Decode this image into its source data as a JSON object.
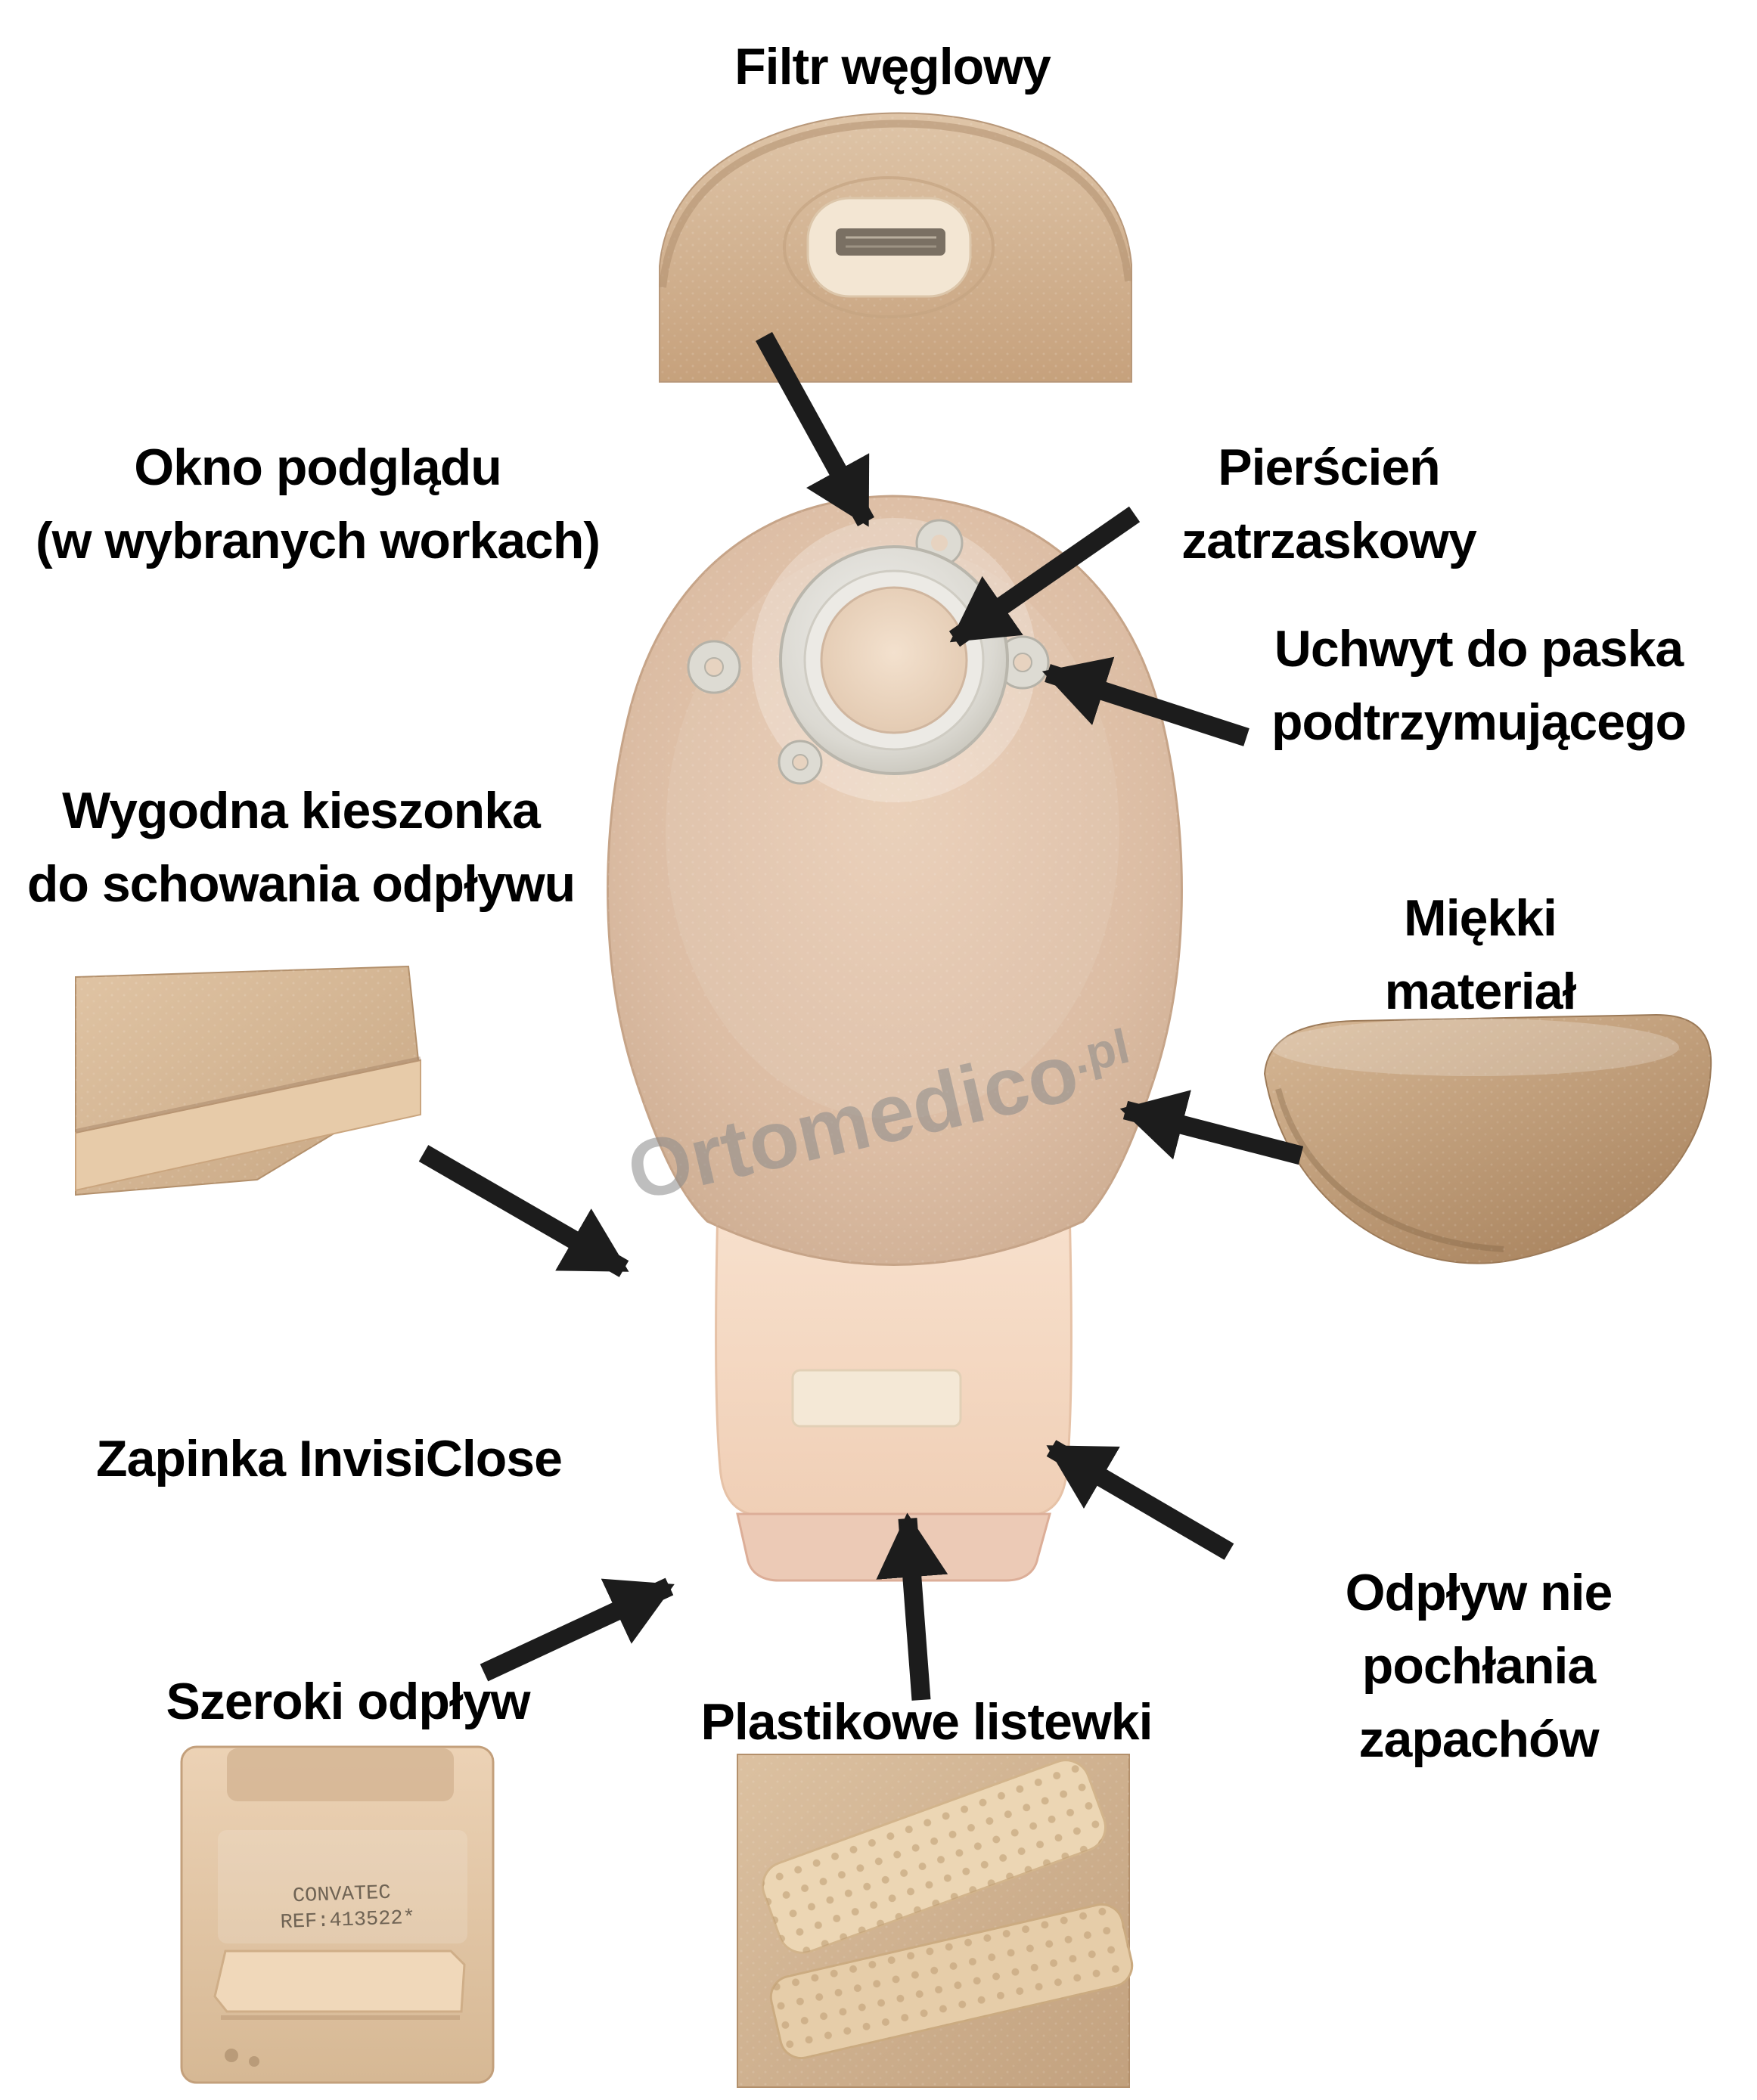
{
  "watermark": {
    "text": "Ortomedico",
    "suffix": ".pl"
  },
  "labels": {
    "filtr": "Filtr węglowy",
    "okno": "Okno podglądu\n(w wybranych workach)",
    "pierscien": "Pierścień\nzatrzaskowy",
    "uchwyt": "Uchwyt do paska\npodtrzymującego",
    "kieszonka": "Wygodna kieszonka\ndo schowania odpływu",
    "miekki": "Miękki materiał",
    "zapinka": "Zapinka InvisiClose",
    "odplyw": "Odpływ nie pochłania\nzapachów",
    "szeroki": "Szeroki odpływ",
    "plastikowe": "Plastikowe listewki"
  },
  "invisilose_photo": {
    "brand": "CONVATEC",
    "ref": "REF:413522*"
  },
  "colors": {
    "arrow": "#1c1c1c",
    "bag_fabric": "#dcbda4",
    "drain_film": "#f6dcc8",
    "flange_gray": "#d6d4cc",
    "watermark_gray": "#8a8a8a"
  }
}
